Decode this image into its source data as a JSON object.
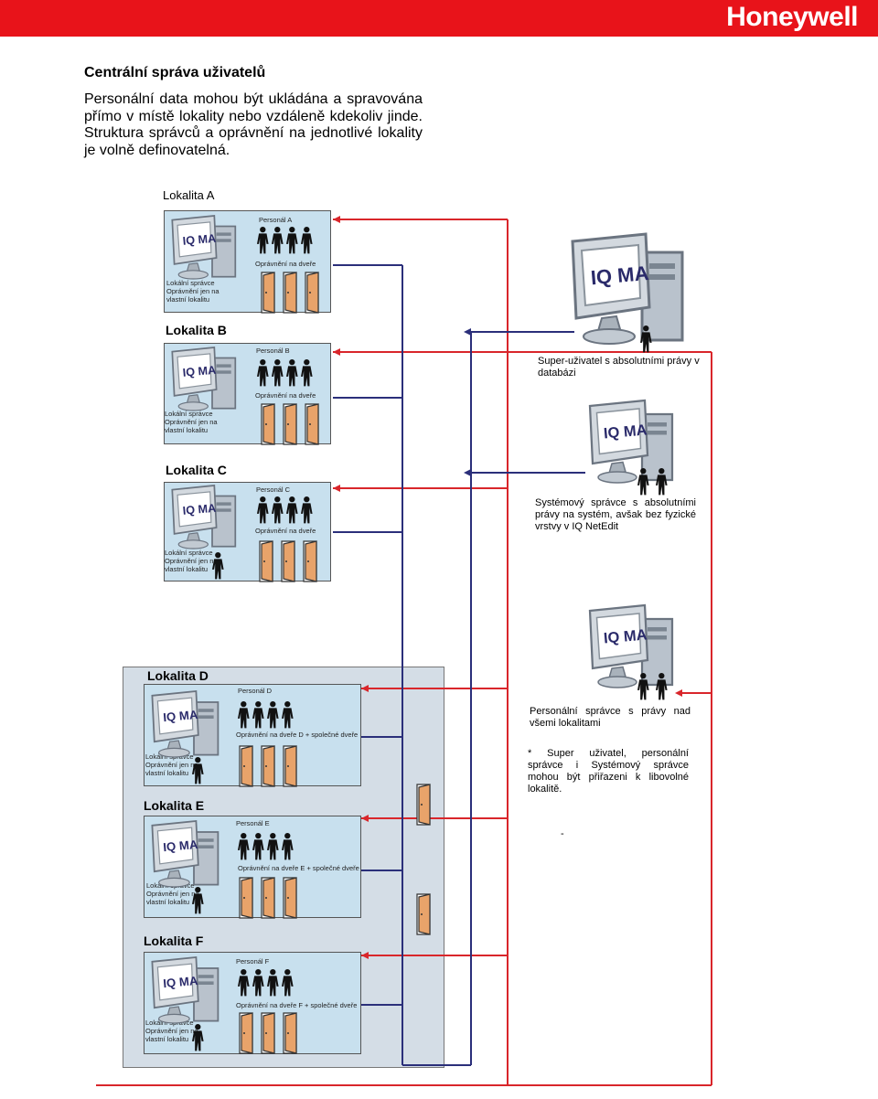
{
  "header": {
    "logo": "Honeywell",
    "bar_color": "#e8131a"
  },
  "heading": "Centrální správa uživatelů",
  "intro": "Personální data mohou být ukládána a spravována přímo v místě lokality nebo vzdáleně kdekoliv jinde. Struktura správců a oprávnění na jednotlivé lokality je volně definovatelná.",
  "sites": [
    {
      "title": "Lokalita A",
      "personnel": "Personál A",
      "perm": "Oprávnění na dveře",
      "admin": [
        "Lokální správce",
        "Oprávnění jen na",
        "vlastní lokalitu"
      ]
    },
    {
      "title": "Lokalita B",
      "personnel": "Personál B",
      "perm": "Oprávnění na dveře",
      "admin": [
        "Lokální správce",
        "Oprávnění jen na",
        "vlastní lokalitu"
      ]
    },
    {
      "title": "Lokalita C",
      "personnel": "Personál C",
      "perm": "Oprávnění na dveře",
      "admin": [
        "Lokální správce",
        "Oprávnění jen na",
        "vlastní lokalitu"
      ]
    },
    {
      "title": "Lokalita D",
      "personnel": "Personál D",
      "perm": "Oprávnění na dveře D + společné dveře",
      "admin": [
        "Lokální správce",
        "Oprávnění jen na",
        "vlastní lokalitu"
      ]
    },
    {
      "title": "Lokalita E",
      "personnel": "Personál E",
      "perm": "Oprávnění na dveře E + společné dveře",
      "admin": [
        "Lokální správce",
        "Oprávnění jen na",
        "vlastní lokalitu"
      ]
    },
    {
      "title": "Lokalita F",
      "personnel": "Personál F",
      "perm": "Oprávnění na dveře F + společné dveře",
      "admin": [
        "Lokální správce",
        "Oprávnění jen na",
        "vlastní lokalitu"
      ]
    }
  ],
  "roles": {
    "super": "Super-uživatel s absolutními právy v databázi",
    "system": "Systémový správce s absolutními právy na systém, avšak bez fyzické vrstvy v IQ NetEdit",
    "personnel": "Personální správce s právy nad všemi lokalitami",
    "note": "* Super uživatel, personální správce i Systémový správce mohou být přiřazeni k libovolné lokalitě."
  },
  "screen_text": "IQ MA",
  "dash": "-",
  "colors": {
    "red_line": "#d9262b",
    "blue_line": "#2b2f7a",
    "site_box": "#c8e0ee",
    "door": "#e8a36a"
  }
}
